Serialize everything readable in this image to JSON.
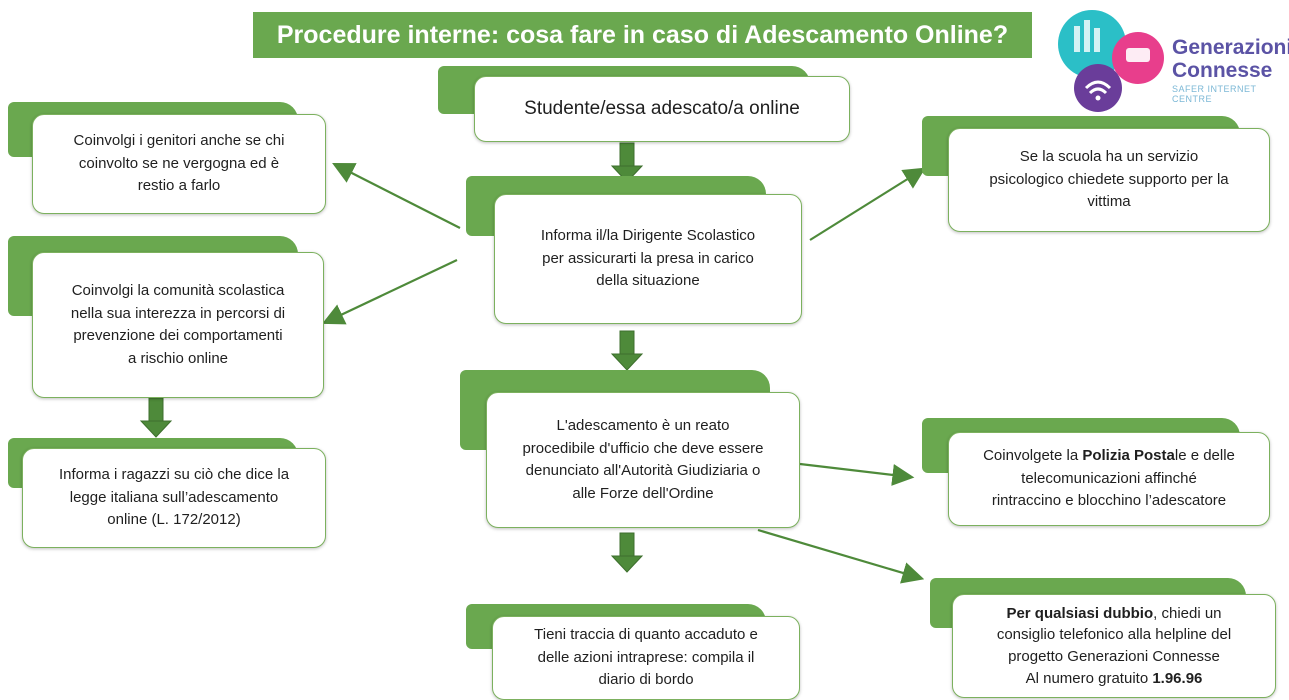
{
  "title": "Procedure interne: cosa fare in caso di Adescamento Online?",
  "logo": {
    "line1": "Generazioni",
    "line2": "Connesse",
    "tagline": "SAFER INTERNET CENTRE"
  },
  "nodes": {
    "start": "Studente/essa adescato/a online",
    "inform_head": "Informa il/la Dirigente Scolastico\nper assicurarti la presa in carico\ndella situazione",
    "parents": "Coinvolgi i genitori anche se chi\ncoinvolto se ne vergogna ed è\nrestio a farlo",
    "community": "Coinvolgi la comunità scolastica\nnella sua interezza in percorsi di\nprevenzione dei comportamenti\na rischio online",
    "law": "Informa i ragazzi su ciò che dice la\nlegge italiana sull’adescamento\nonline (L. 172/2012)",
    "psych": "Se la scuola ha un servizio\npsicologico chiedete supporto per la\nvittima",
    "crime": "L'adescamento è un reato\nprocedibile d'ufficio che deve essere\ndenunciato all'Autorità Giudiziaria o\nalle Forze dell'Ordine",
    "police": {
      "pre": "Coinvolgete la ",
      "bold": "Polizia Posta",
      "post": "le e delle\ntelecomunicazioni affinché\nrintraccino e blocchino l’adescatore"
    },
    "diary": "Tieni traccia di quanto accaduto e\ndelle azioni intraprese: compila il\ndiario di bordo",
    "helpline": {
      "bold1": "Per qualsiasi dubbio",
      "text1": ", chiedi un\nconsiglio telefonico alla helpline  del\nprogetto Generazioni Connesse\nAl numero gratuito ",
      "bold2": "1.96.96"
    }
  },
  "colors": {
    "green": "#6aa84f",
    "arrow_green": "#4e8a3a",
    "brand_purple": "#5b53a5",
    "brand_teal": "#2bbfc7",
    "brand_pink": "#e83e8c"
  }
}
